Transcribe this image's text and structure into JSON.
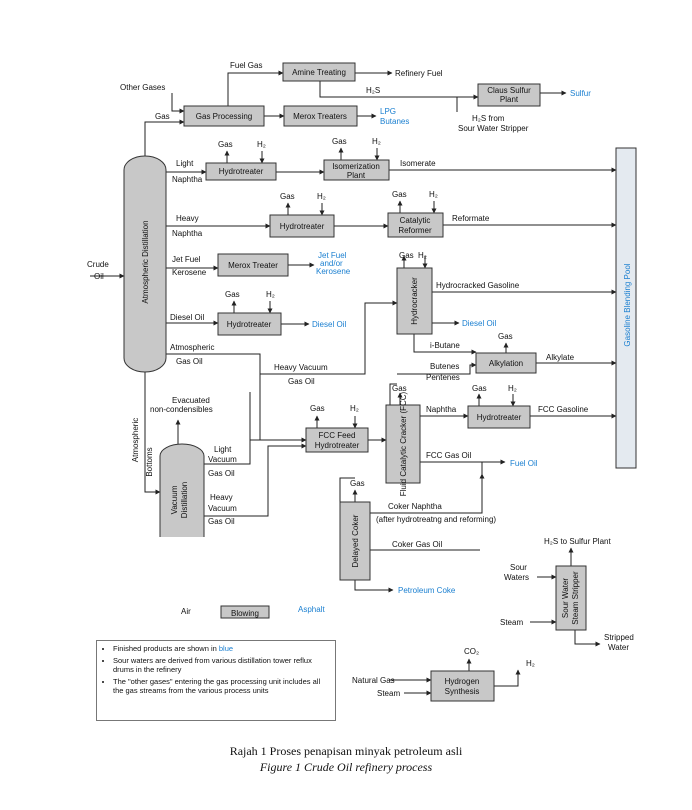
{
  "labels": {
    "fuel_gas": "Fuel Gas",
    "amine_treating": "Amine Treating",
    "refinery_fuel": "Refinery Fuel",
    "h2s": "H₂S",
    "claus": [
      "Claus Sulfur",
      "Plant"
    ],
    "sulfur": "Sulfur",
    "h2s_from_sws": [
      "H₂S from",
      "Sour Water Stripper"
    ],
    "other_gases": "Other Gases",
    "gas": "Gas",
    "h2": "H₂",
    "gas_processing": "Gas Processing",
    "merox_treaters": "Merox Treaters",
    "lpg": "LPG",
    "butanes": "Butanes",
    "light_naphtha": [
      "Light",
      "Naphtha"
    ],
    "hydrotreater": "Hydrotreater",
    "isomerization_plant": [
      "Isomerization",
      "Plant"
    ],
    "isomerate": "Isomerate",
    "heavy_naphtha": [
      "Heavy",
      "Naphtha"
    ],
    "catalytic_reformer": [
      "Catalytic",
      "Reformer"
    ],
    "reformate": "Reformate",
    "crude_oil": [
      "Crude",
      "Oil"
    ],
    "atmospheric_distillation": "Atmospheric Distillation",
    "jet_fuel_kerosene": [
      "Jet Fuel",
      "Kerosene"
    ],
    "merox_treater": "Merox Treater",
    "jet_fuel_kerosene_product": [
      "Jet Fuel",
      "and/or",
      "Kerosene"
    ],
    "hydrocracker": "Hydrocracker",
    "hydrocracked_gasoline": "Hydrocracked Gasoline",
    "gasoline_blending_pool": "Gasoline Blending Pool",
    "diesel_oil_feed": "Diesel Oil",
    "diesel_oil": "Diesel Oil",
    "atmospheric_gas_oil": [
      "Atmospheric",
      "Gas Oil"
    ],
    "i_butene": "i-Butane",
    "butenes": "Butenes",
    "pentenes": "Pentenes",
    "alkylation": "Alkylation",
    "alkylate": "Alkylate",
    "heavy_vacuum_gas_oil": [
      "Heavy Vacuum",
      "Gas Oil"
    ],
    "evacuated": [
      "Evacuated",
      "non-condensibles"
    ],
    "atmospheric_bottoms": [
      "Atmospheric",
      "Bottoms"
    ],
    "vacuum_distillation": [
      "Vacuum",
      "Distillation"
    ],
    "light_vacuum_gas_oil": [
      "Light",
      "Vacuum",
      "Gas Oil"
    ],
    "heavy_vacuum_gas_oil_2": [
      "Heavy",
      "Vacuum",
      "Gas Oil"
    ],
    "fcc_feed_hydrotreater": [
      "FCC Feed",
      "Hydrotreater"
    ],
    "fcc": "Fluid Catalytic Cracker (FCC)",
    "naphtha": "Naphtha",
    "fcc_gasoline": "FCC Gasoline",
    "fcc_gas_oil": "FCC Gas Oil",
    "fuel_oil": "Fuel Oil",
    "coker_naphtha": "Coker Naphtha",
    "after_hydrotreating": "(after hydrotreatng and reforming)",
    "delayed_coker": "Delayed Coker",
    "coker_gas_oil": "Coker Gas Oil",
    "petroleum_coke": "Petroleum Coke",
    "h2s_to_sulfur_plant": "H₂S to Sulfur Plant",
    "sour_waters": [
      "Sour",
      "Waters"
    ],
    "sour_water_steam_stripper": [
      "Sour Water",
      "Steam Stripper"
    ],
    "steam": "Steam",
    "stripped_water": [
      "Stripped",
      "Water"
    ],
    "air": "Air",
    "blowing": "Blowing",
    "asphalt": "Asphalt",
    "co2": "CO₂",
    "natural_gas": "Natural Gas",
    "hydrogen_synthesis": [
      "Hydrogen",
      "Synthesis"
    ]
  },
  "legend": {
    "item1_prefix": "Finished products are shown in ",
    "item1_blue": "blue",
    "item2": "Sour waters are derived from various distillation tower reflux drums in the refinery",
    "item3": "The \"other gases\" entering the gas processing unit includes all the gas streams from the various process units"
  },
  "caption": {
    "malay": "Rajah 1 Proses penapisan minyak petroleum asli",
    "english": "Figure 1 Crude Oil refinery process"
  },
  "colors": {
    "unit_fill": "#c8c8c8",
    "product_blue": "#1a7fd0",
    "pool_fill": "#e4eaf0"
  }
}
